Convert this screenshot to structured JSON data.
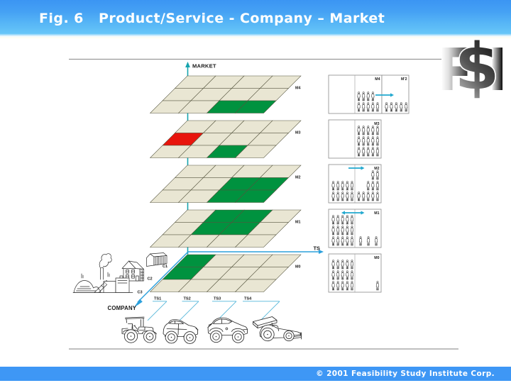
{
  "header": {
    "title": "Fig. 6   Product/Service - Company – Market"
  },
  "footer": {
    "copyright": "© 2001 Feasibility Study Institute Corp."
  },
  "logo": {
    "letters": [
      "F",
      "$",
      "I"
    ]
  },
  "colors": {
    "footer_bar": "#3e97f5",
    "cell_beige": "#e9e6d3",
    "cell_green": "#00923f",
    "cell_red": "#e8150d",
    "market_axis": "#16a4ae",
    "ts_company_axis": "#2ba0dc",
    "panel_arrow": "#21a8cf",
    "connector_blue": "#56b7d9",
    "grid_stroke": "#55543e",
    "separator_gray": "#999999",
    "label_dark": "#1a1a1a"
  },
  "diagram": {
    "market_axis_label": "MARKET",
    "ts_axis_label": "TS",
    "company_axis_label": "COMPANY",
    "company_stage_labels": [
      "C1",
      "C2",
      "C3"
    ],
    "ts_item_labels": [
      "TS1",
      "TS2",
      "TS3",
      "TS4"
    ],
    "grid": {
      "cols": 4,
      "rows": 3
    },
    "layers": [
      {
        "label": "M4",
        "green_cells": [
          [
            2,
            2
          ],
          [
            2,
            3
          ]
        ],
        "red_cells": []
      },
      {
        "label": "M3",
        "green_cells": [
          [
            2,
            2
          ]
        ],
        "red_cells": [
          [
            1,
            0
          ]
        ]
      },
      {
        "label": "M2",
        "green_cells": [
          [
            1,
            2
          ],
          [
            1,
            3
          ],
          [
            2,
            2
          ],
          [
            2,
            3
          ]
        ],
        "red_cells": []
      },
      {
        "label": "M1",
        "green_cells": [
          [
            0,
            1
          ],
          [
            0,
            2
          ],
          [
            1,
            1
          ],
          [
            1,
            2
          ]
        ],
        "red_cells": []
      },
      {
        "label": "M0",
        "green_cells": [
          [
            0,
            0
          ],
          [
            1,
            0
          ]
        ],
        "red_cells": []
      }
    ],
    "panels": [
      {
        "label": "M4",
        "label2": "M'2",
        "arrow": "right",
        "groups": [
          {
            "section": "mid",
            "band": 1,
            "count": 4,
            "align": "left"
          },
          {
            "section": "mid",
            "band": 0,
            "count": 5,
            "align": "left"
          },
          {
            "section": "extra",
            "band": 0,
            "count": 5,
            "align": "left"
          }
        ]
      },
      {
        "label": "M3",
        "label2": null,
        "arrow": null,
        "groups": [
          {
            "section": "mid",
            "band": 2,
            "count": 5,
            "align": "left"
          },
          {
            "section": "mid",
            "band": 1,
            "count": 5,
            "align": "left"
          },
          {
            "section": "mid",
            "band": 0,
            "count": 5,
            "align": "left"
          }
        ]
      },
      {
        "label": "M2",
        "label2": null,
        "arrow": "right",
        "groups": [
          {
            "section": "left",
            "band": 1,
            "count": 5,
            "align": "left"
          },
          {
            "section": "left",
            "band": 0,
            "count": 5,
            "align": "left"
          },
          {
            "section": "mid",
            "band": 2,
            "count": 2,
            "align": "right"
          },
          {
            "section": "mid",
            "band": 1,
            "count": 3,
            "align": "right"
          },
          {
            "section": "mid",
            "band": 0,
            "count": 5,
            "align": "left"
          }
        ]
      },
      {
        "label": "M1",
        "label2": null,
        "arrow": "both",
        "groups": [
          {
            "section": "left",
            "band": 2,
            "count": 5,
            "align": "left"
          },
          {
            "section": "left",
            "band": 1,
            "count": 5,
            "align": "left"
          },
          {
            "section": "left",
            "band": 0,
            "count": 5,
            "align": "left"
          },
          {
            "section": "mid",
            "band": 0,
            "count": 3,
            "align": "left",
            "step": 11,
            "dx": 2.5
          }
        ]
      },
      {
        "label": "M0",
        "label2": null,
        "arrow": null,
        "groups": [
          {
            "section": "left",
            "band": 2,
            "count": 5,
            "align": "left"
          },
          {
            "section": "left",
            "band": 1,
            "count": 5,
            "align": "left"
          },
          {
            "section": "left",
            "band": 0,
            "count": 5,
            "align": "left"
          },
          {
            "section": "mid",
            "band": 0,
            "count": 1,
            "align": "right"
          }
        ]
      }
    ]
  }
}
